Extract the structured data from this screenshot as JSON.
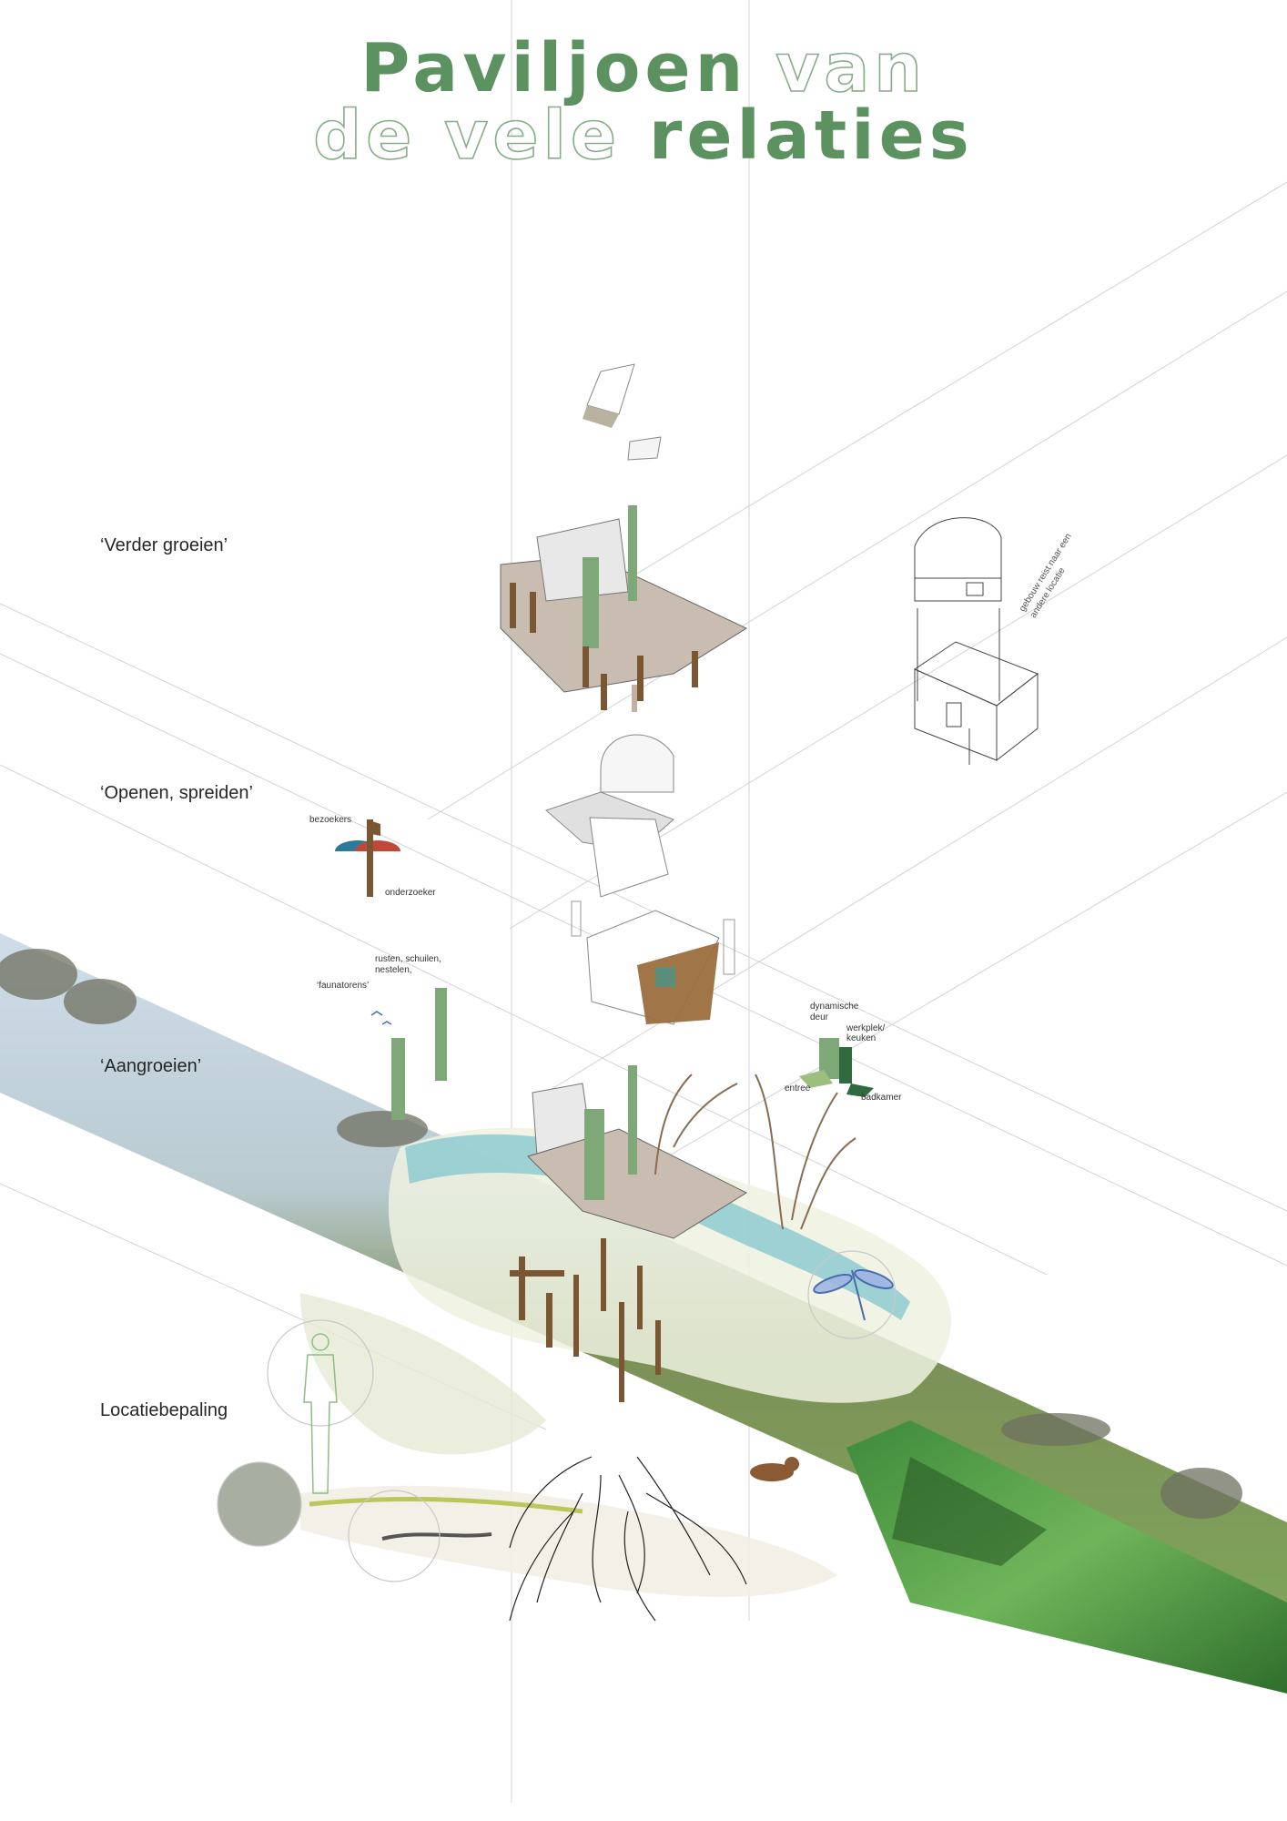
{
  "title": {
    "line1_bold": "Paviljoen",
    "line1_outline": "van",
    "line2_outline": "de vele",
    "line2_bold": "relaties"
  },
  "stages": [
    {
      "label": "‘Verder groeien’"
    },
    {
      "label": "‘Openen, spreiden’"
    },
    {
      "label": "‘Aangroeien’"
    },
    {
      "label": "Locatiebepaling"
    }
  ],
  "annotations": {
    "bezoekers": "bezoekers",
    "onderzoeker": "onderzoeker",
    "rusten": "rusten, schuilen,",
    "nestelen": "nestelen,",
    "faunatorens": "‘faunatorens’",
    "dynamische": "dynamische",
    "deur": "deur",
    "werkplek": "werkplek/",
    "keuken": "keuken",
    "entree": "entree",
    "badkamer": "badkamer",
    "gebouw1": "gebouw reist naar een",
    "gebouw2": "andere locatie"
  },
  "colors": {
    "title_green": "#5c9160",
    "panel_green": "#7fa878",
    "wood": "#7a5632",
    "floor": "#c9bdb1",
    "water": "#8ecad0",
    "meadow": "#8fb46a",
    "sky": "#c8d8e8"
  },
  "icons": [
    "person-icon",
    "dragonfly-icon",
    "bird-icon",
    "marten-icon",
    "worm-icon",
    "tree-icon"
  ]
}
